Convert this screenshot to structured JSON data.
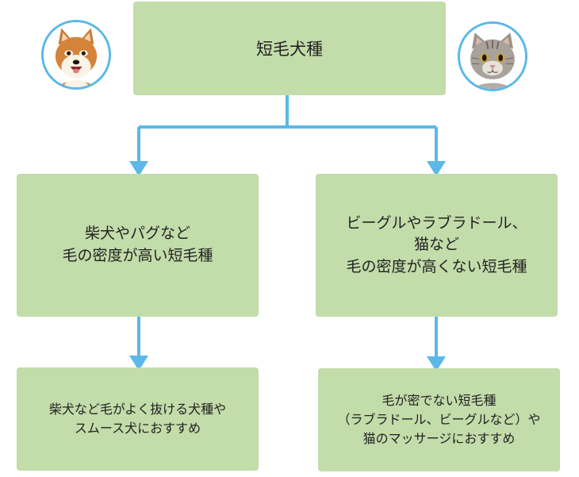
{
  "colors": {
    "box_fill": "#c2dcaa",
    "connector": "#5bb8e8",
    "text": "#222222"
  },
  "root": {
    "label": "短毛犬種"
  },
  "left_branch": {
    "label": "柴犬やパグなど\n毛の密度が高い短毛種",
    "recommendation": "柴犬など毛がよく抜ける犬種や\nスムース犬におすすめ"
  },
  "right_branch": {
    "label": "ビーグルやラブラドール、\n猫など\n毛の密度が高くない短毛種",
    "recommendation": "毛が密でない短毛種\n（ラブラドール、ビーグルなど）や\n猫のマッサージにおすすめ"
  },
  "icons": {
    "left_avatar": "shiba-dog-icon",
    "right_avatar": "cat-icon"
  }
}
